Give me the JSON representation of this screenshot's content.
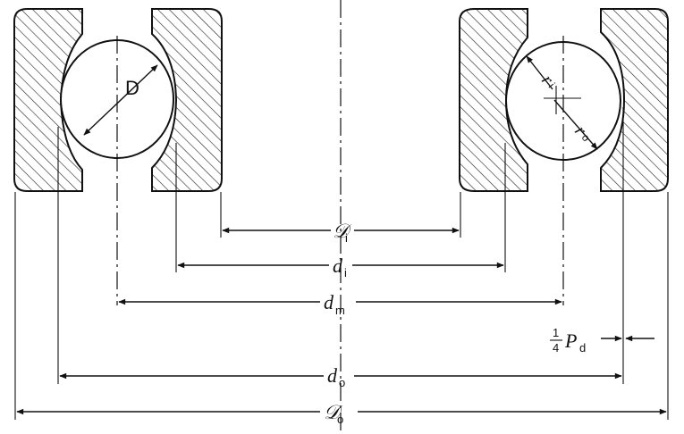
{
  "labels": {
    "ball_diameter": "D",
    "inner_race_dia": "𝒟",
    "inner_race_dia_sub": "i",
    "inner_ball_dia": "d",
    "inner_ball_dia_sub": "i",
    "pitch_dia": "d",
    "pitch_dia_sub": "m",
    "outer_ball_dia": "d",
    "outer_ball_dia_sub": "o",
    "outer_race_dia": "𝒟",
    "outer_race_dia_sub": "o",
    "ri": "r",
    "ri_sub": "i",
    "ro": "r",
    "ro_sub": "o",
    "clearance_num": "1",
    "clearance_den": "4",
    "clearance_sym": "P",
    "clearance_sub": "d"
  }
}
